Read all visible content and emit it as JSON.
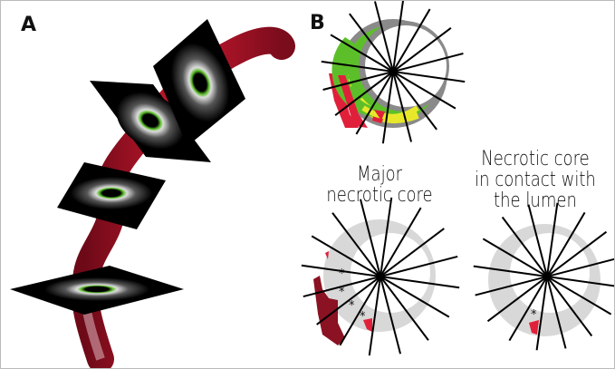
{
  "panels": {
    "a_label": "A",
    "b_label": "B"
  },
  "captions": {
    "major_line1": "Major",
    "major_line2": "necrotic core",
    "contact_line1": "Necrotic core",
    "contact_line2": "in contact with",
    "contact_line3": "the lumen"
  },
  "asterisk": "*",
  "colors": {
    "vessel": "#b0122a",
    "fibrous": "#5cbf2a",
    "fibrofatty": "#e8e82a",
    "necrotic": "#e0203a",
    "dark_necrotic": "#8a1222",
    "adventitia": "#8a8a8a",
    "plaque_grey": "#d8d8d8"
  }
}
